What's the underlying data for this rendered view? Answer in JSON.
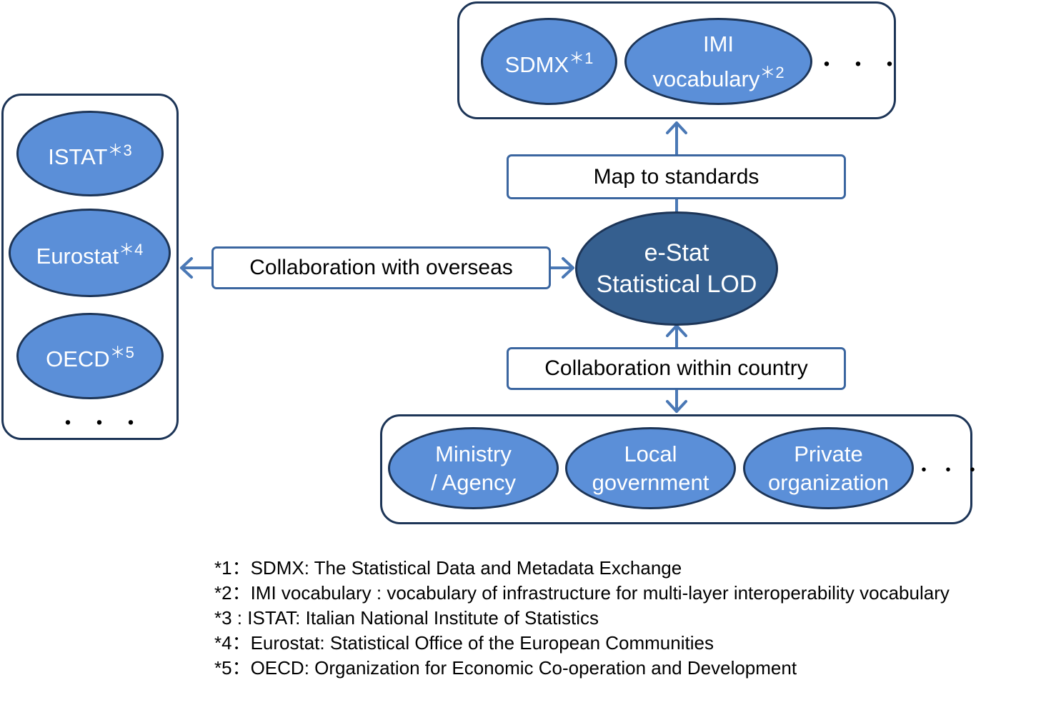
{
  "standards": {
    "sdmx": {
      "label": "SDMX",
      "mark": "＊1"
    },
    "imi": {
      "line1": "IMI",
      "line2": "vocabulary",
      "mark": "＊2"
    },
    "dots": "・・・"
  },
  "map_label": "Map to standards",
  "center": {
    "line1": "e-Stat",
    "line2": "Statistical LOD"
  },
  "overseas_label": "Collaboration with overseas",
  "overseas": {
    "istat": {
      "label": "ISTAT",
      "mark": "＊3"
    },
    "eurostat": {
      "label": "Eurostat",
      "mark": "＊4"
    },
    "oecd": {
      "label": "OECD",
      "mark": "＊5"
    },
    "dots": "・・・"
  },
  "country_label": "Collaboration within country",
  "domestic": {
    "ministry": {
      "line1": "Ministry",
      "line2": "/ Agency"
    },
    "local": {
      "line1": "Local",
      "line2": "government"
    },
    "private": {
      "line1": "Private",
      "line2": "organization"
    },
    "dots": "・・・"
  },
  "footnotes": [
    "*1：SDMX: The Statistical Data and Metadata Exchange",
    "*2：IMI vocabulary : vocabulary of infrastructure for multi-layer interoperability vocabulary",
    "*3 : ISTAT: Italian National Institute of Statistics",
    "*4：Eurostat: Statistical Office of the European Communities",
    "*5：OECD: Organization for Economic Co-operation and Development"
  ],
  "colors": {
    "ellipse_fill": "#5b8fd8",
    "center_fill": "#355f8f",
    "outline": "#1d3557",
    "arrow": "#4a78b5"
  }
}
